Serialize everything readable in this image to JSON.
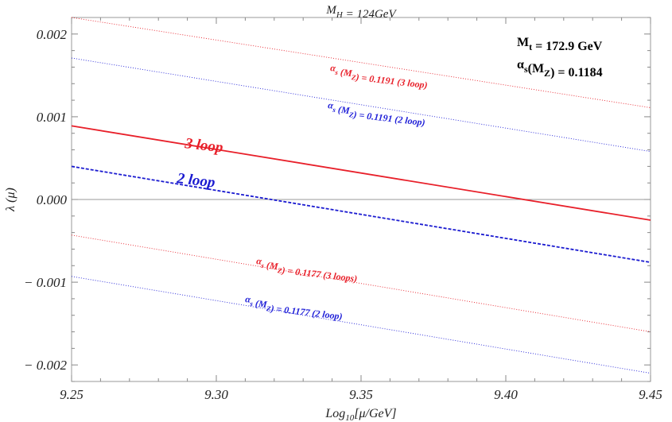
{
  "chart_data": {
    "type": "line",
    "title": "M_H = 124GeV",
    "xlabel": "Log10[μ/GeV]",
    "ylabel": "λ (μ)",
    "xlim": [
      9.25,
      9.45
    ],
    "ylim": [
      -0.0022,
      0.0022
    ],
    "xticks": [
      9.25,
      9.3,
      9.35,
      9.4,
      9.45
    ],
    "xtick_labels": [
      "9.25",
      "9.30",
      "9.35",
      "9.40",
      "9.45"
    ],
    "yticks": [
      0.002,
      0.001,
      0.0,
      -0.001,
      -0.002
    ],
    "ytick_labels": [
      "0.002",
      "0.001",
      "0.000",
      "− 0.001",
      "− 0.002"
    ],
    "grid": false,
    "series": [
      {
        "label_text": "α_s (M_Z) = 0.1191  (3 loop)",
        "color": "#e8202a",
        "style": "dotted",
        "x": [
          9.25,
          9.45
        ],
        "y": [
          0.0022,
          0.00111
        ]
      },
      {
        "label_text": "α_s (M_Z) = 0.1191  (2 loop)",
        "color": "#2020d8",
        "style": "dotted",
        "x": [
          9.25,
          9.45
        ],
        "y": [
          0.00171,
          0.00058
        ]
      },
      {
        "label_text": "3 loop",
        "color": "#e8202a",
        "style": "solid",
        "x": [
          9.25,
          9.45
        ],
        "y": [
          0.00089,
          -0.00025
        ]
      },
      {
        "label_text": "2 loop",
        "color": "#1a1ad0",
        "style": "dashed",
        "x": [
          9.25,
          9.45
        ],
        "y": [
          0.0004,
          -0.00076
        ]
      },
      {
        "label_text": "α_s (M_Z) = 0.1177 (3 loops)",
        "color": "#e8202a",
        "style": "dotted",
        "x": [
          9.25,
          9.45
        ],
        "y": [
          -0.00043,
          -0.0016
        ]
      },
      {
        "label_text": "α_s (M_Z) = 0.1177  (2 loop)",
        "color": "#2020d8",
        "style": "dotted",
        "x": [
          9.25,
          9.45
        ],
        "y": [
          -0.00093,
          -0.0021
        ]
      }
    ],
    "annotations": [
      {
        "text": "M_t  = 172.9 GeV"
      },
      {
        "text": "α_s(M_Z) = 0.1184"
      }
    ]
  }
}
